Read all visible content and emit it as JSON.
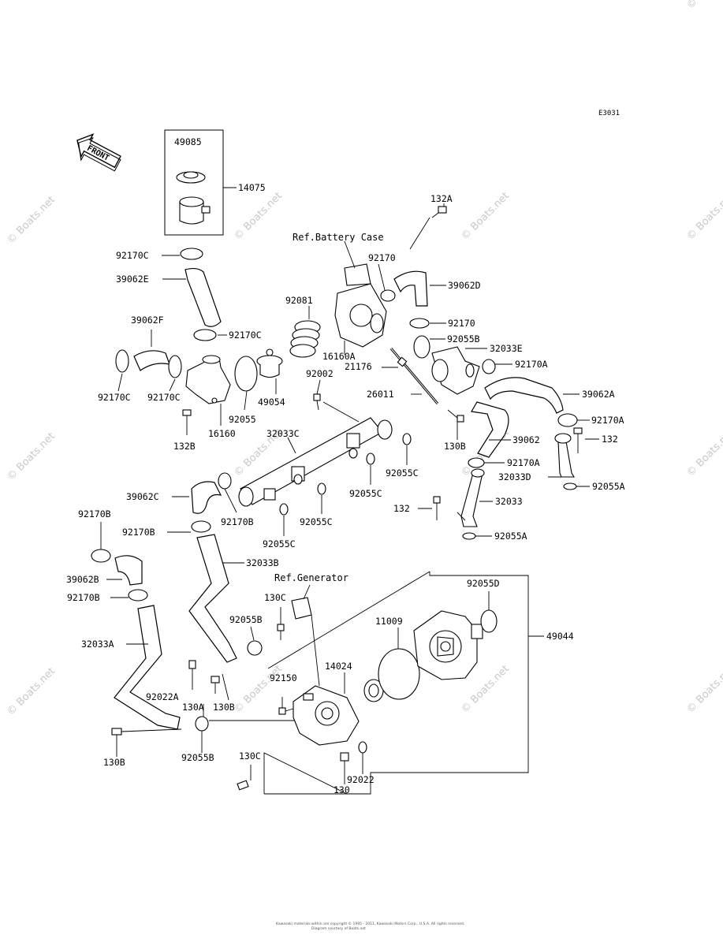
{
  "diagram_code": "E3031",
  "front_label": "FRONT",
  "watermark": "© Boats.net",
  "refs": {
    "battery_case": "Ref.Battery Case",
    "generator": "Ref.Generator"
  },
  "labels": {
    "p49085": "49085",
    "p14075": "14075",
    "p132A": "132A",
    "p92170C_top": "92170C",
    "p39062E": "39062E",
    "p92170": "92170",
    "p39062D": "39062D",
    "p92081": "92081",
    "p92170_b": "92170",
    "p92055B_top": "92055B",
    "p32033E": "32033E",
    "p39062F": "39062F",
    "p92170C_mid": "92170C",
    "p16160A": "16160A",
    "p21176": "21176",
    "p92170A_top": "92170A",
    "p92002": "92002",
    "p92170C_left": "92170C",
    "p92170C_left2": "92170C",
    "p49054": "49054",
    "p26011": "26011",
    "p39062A": "39062A",
    "p92055": "92055",
    "p16160": "16160",
    "p92170A_mid": "92170A",
    "p132B": "132B",
    "p32033C": "32033C",
    "p130B_right": "130B",
    "p39062": "39062",
    "p132_right": "132",
    "p92170A_low": "92170A",
    "p92055C_a": "92055C",
    "p32033D": "32033D",
    "p92055A_a": "92055A",
    "p39062C": "39062C",
    "p92055C_b": "92055C",
    "p32033": "32033",
    "p132_mid": "132",
    "p92170B_a": "92170B",
    "p92055C_c": "92055C",
    "p92170B_b": "92170B",
    "p92055A_b": "92055A",
    "p92170B_c": "92170B",
    "p92055C_d": "92055C",
    "p32033B": "32033B",
    "p39062B": "39062B",
    "p92055D": "92055D",
    "p130C_top": "130C",
    "p92170B_d": "92170B",
    "p92055B_mid": "92055B",
    "p11009": "11009",
    "p49044": "49044",
    "p32033A": "32033A",
    "p14024": "14024",
    "p92150": "92150",
    "p92022A": "92022A",
    "p130A": "130A",
    "p130B_mid": "130B",
    "p130B_low": "130B",
    "p92055B_low": "92055B",
    "p130C_low": "130C",
    "p92022": "92022",
    "p130": "130"
  },
  "footer": {
    "line1": "Kawasaki materials within are copyright © 1995 - 2011, Kawasaki Motors Corp., U.S.A. All rights reserved.",
    "line2": "Diagram courtesy of Boats.net"
  }
}
